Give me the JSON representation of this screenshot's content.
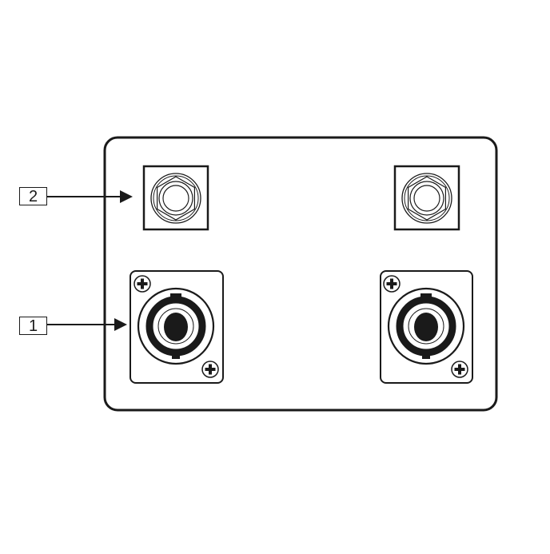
{
  "diagram": {
    "type": "rear-panel-connector-diagram",
    "colors": {
      "stroke": "#1a1a1a",
      "background": "#ffffff"
    },
    "callouts": [
      {
        "id": "2",
        "label": "2",
        "target": "quarter-inch-jack-left"
      },
      {
        "id": "1",
        "label": "1",
        "target": "speakon-connector-left"
      }
    ],
    "panel": {
      "connectors": [
        {
          "kind": "quarter-inch-jack",
          "position": "top-left"
        },
        {
          "kind": "quarter-inch-jack",
          "position": "top-right"
        },
        {
          "kind": "speakon-connector",
          "position": "bottom-left"
        },
        {
          "kind": "speakon-connector",
          "position": "bottom-right"
        }
      ]
    }
  }
}
